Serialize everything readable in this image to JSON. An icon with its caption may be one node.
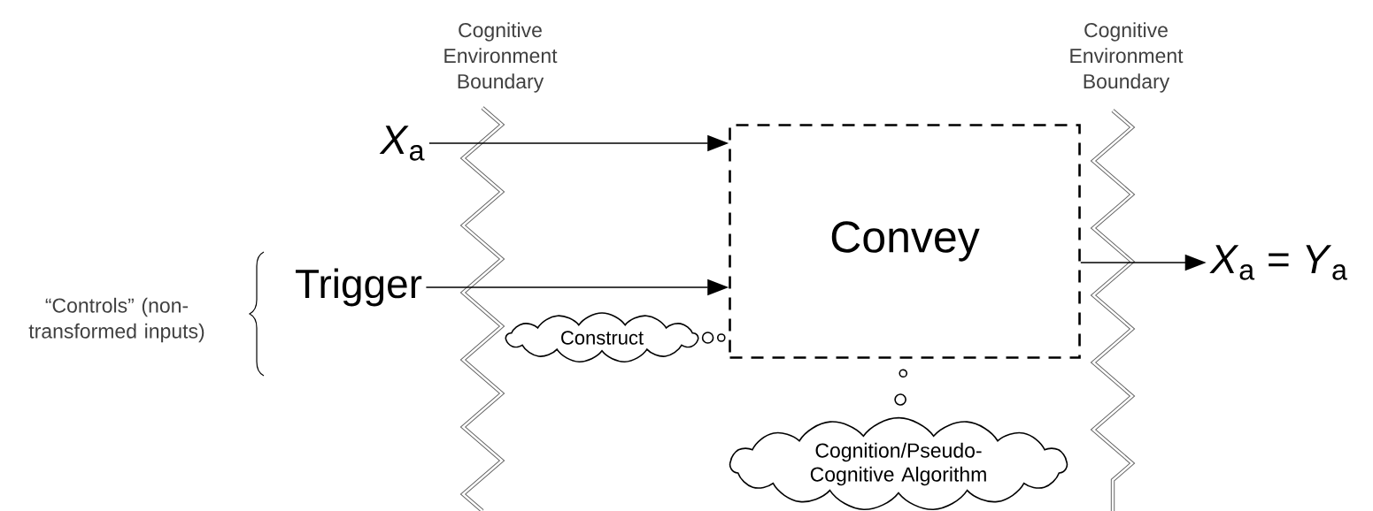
{
  "diagram": {
    "nodes": [
      {
        "text": [
          "*X*$_{a}$"
        ]
      },
      {
        "text": [
          "Trigger"
        ]
      },
      {
        "text": [
          "Convey"
        ]
      },
      {
        "text": [
          "*X*$_{a}$ = *Y*$_{a}$"
        ]
      },
      {
        "text": [
          "Construct"
        ]
      },
      {
        "text": [
          "Cognition/Pseudo-Cognitive Algorithm"
        ]
      }
    ],
    "edges": [
      {
        "from": 0,
        "to": 2,
        "arrow": "to"
      },
      {
        "from": 1,
        "to": 2,
        "arrow": "to"
      },
      {
        "from": 2,
        "to": 3,
        "arrow": "to"
      },
      {
        "from": 4,
        "to": 2,
        "arrow": "other"
      },
      {
        "from": 5,
        "to": 2,
        "arrow": "other"
      }
    ],
    "labels": [
      "Cognitive Environment Boundary",
      "Cognitive Environment Boundary",
      "“Controls” (non-transformed inputs)"
    ]
  }
}
